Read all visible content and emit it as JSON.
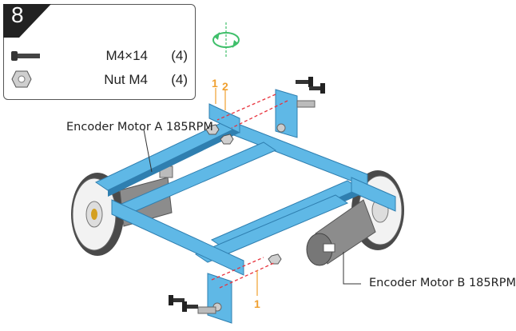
{
  "step": {
    "number": "8"
  },
  "parts": [
    {
      "icon": "screw-icon",
      "name": "M4×14",
      "quantity": "(4)"
    },
    {
      "icon": "nut-icon",
      "name": "Nut M4",
      "quantity": "(4)"
    }
  ],
  "labels": {
    "motor_a": "Encoder Motor A 185RPM",
    "motor_b": "Encoder Motor B 185RPM"
  },
  "markers": {
    "top_1": "1",
    "top_2": "2",
    "bottom_1": "1"
  },
  "colors": {
    "beam_blue": "#5fb8e6",
    "beam_dark": "#2f7fb0",
    "step_badge": "#222222",
    "marker_orange": "#f0a030",
    "assembly_line": "#e8323c",
    "rotation_arrow": "#3fbf6a",
    "motor_gray": "#8c8c8c"
  }
}
